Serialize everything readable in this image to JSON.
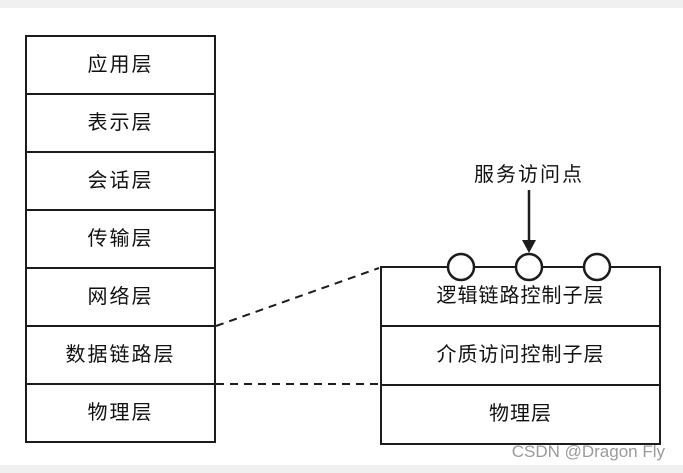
{
  "canvas": {
    "background": "#ffffff",
    "band_color": "#f0f0f0",
    "line_color": "#1c1c1c"
  },
  "osi_stack": {
    "layers": [
      {
        "label": "应用层"
      },
      {
        "label": "表示层"
      },
      {
        "label": "会话层"
      },
      {
        "label": "传输层"
      },
      {
        "label": "网络层"
      },
      {
        "label": "数据链路层"
      },
      {
        "label": "物理层"
      }
    ]
  },
  "sublayer_box": {
    "rows": [
      {
        "label": "逻辑链路控制子层"
      },
      {
        "label": "介质访问控制子层"
      },
      {
        "label": "物理层"
      }
    ]
  },
  "sap": {
    "label": "服务访问点"
  },
  "watermark": {
    "text": "CSDN @Dragon Fly"
  }
}
